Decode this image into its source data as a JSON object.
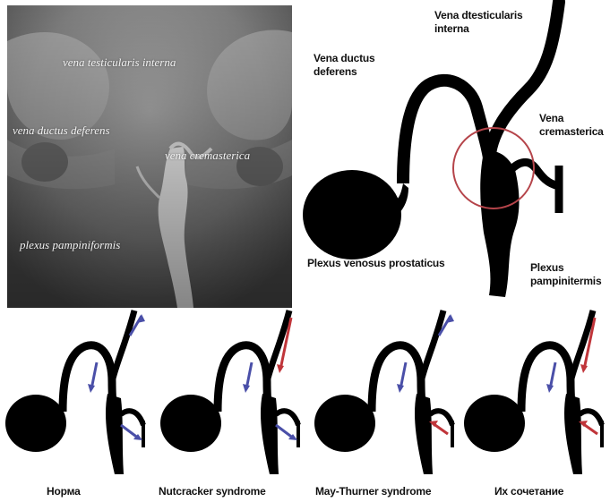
{
  "xray": {
    "labels": {
      "vena_testicularis_interna": "vena testicularis interna",
      "vena_ductus_deferens": "vena ductus deferens",
      "vena_cremasterica": "vena cremasterica",
      "plexus_pampiniformis": "plexus pampiniformis"
    }
  },
  "diagram": {
    "labels": {
      "vena_dtesticularis_line1": "Vena dtesticularis",
      "vena_dtesticularis_line2": "interna",
      "vena_ductus_line1": "Vena ductus",
      "vena_ductus_line2": "deferens",
      "vena_cremasterica_line1": "Vena",
      "vena_cremasterica_line2": "cremasterica",
      "plexus_venosus_prostaticus": "Plexus venosus prostaticus",
      "plexus_pampinitermis_line1": "Plexus",
      "plexus_pampinitermis_line2": "pampinitermis"
    },
    "highlight_color": "#b5444a"
  },
  "variants": [
    {
      "caption": "Норма",
      "arrow_color": "#4a4fa8"
    },
    {
      "caption": "Nutcracker syndrome",
      "arrow_color": "#4a4fa8"
    },
    {
      "caption": "May-Thurner syndrome",
      "arrow_color": "#4a4fa8"
    },
    {
      "caption": "Их сочетание",
      "arrow_color": "#4a4fa8"
    }
  ],
  "colors": {
    "blue_flow": "#4a4fa8",
    "red_flow": "#c0353a"
  }
}
